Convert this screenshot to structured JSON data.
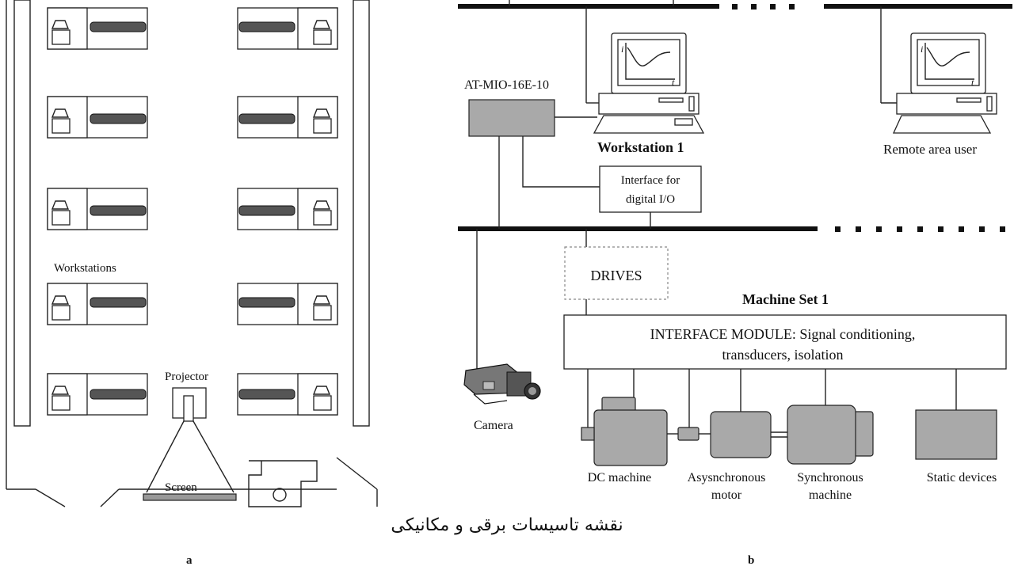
{
  "floor_plan": {
    "workstations_label": "Workstations",
    "projector_label": "Projector",
    "screen_label": "Screen",
    "panel_label": "a"
  },
  "network": {
    "card_label": "AT-MIO-16E-10",
    "workstation_label": "Workstation 1",
    "remote_label": "Remote area user",
    "interface_digital_line1": "Interface for",
    "interface_digital_line2": "digital I/O",
    "drives_label": "DRIVES",
    "machine_set_label": "Machine Set  1",
    "interface_module_line1": "INTERFACE MODULE: Signal conditioning,",
    "interface_module_line2": "transducers, isolation",
    "camera_label": "Camera",
    "dc_machine_label": "DC machine",
    "async_label_line1": "Asysnchronous",
    "async_label_line2": "motor",
    "sync_label_line1": "Synchronous",
    "sync_label_line2": "machine",
    "static_label": "Static devices",
    "monitor_axis_i": "i",
    "monitor_axis_t": "t",
    "panel_label": "b"
  },
  "caption": "نقشه تاسیسات برقی و مکانیکی"
}
